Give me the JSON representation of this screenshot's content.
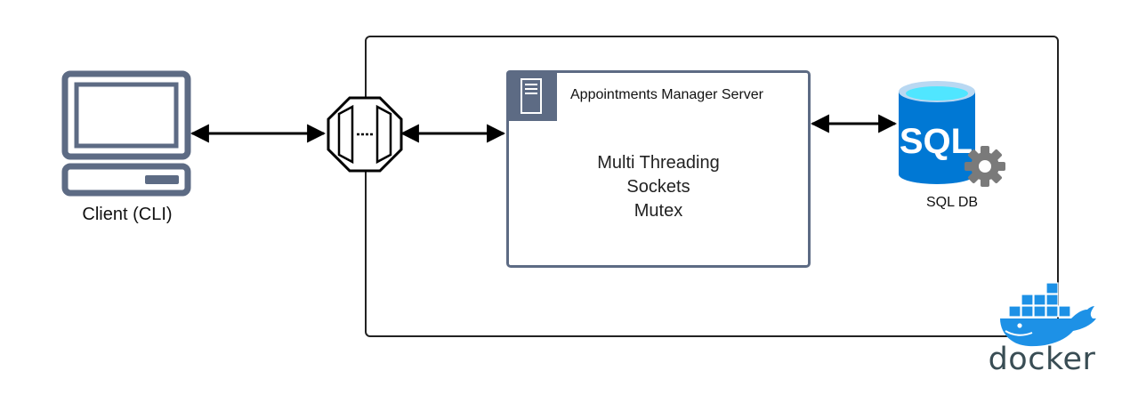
{
  "client": {
    "label": "Client (CLI)"
  },
  "server": {
    "title": "Appointments Manager Server",
    "features": [
      "Multi Threading",
      "Sockets",
      "Mutex"
    ]
  },
  "database": {
    "icon_text": "SQL",
    "label": "SQL DB"
  },
  "docker": {
    "wordmark": "docker"
  },
  "icons": {
    "client": "computer-icon",
    "gateway": "gateway-icon",
    "server": "server-icon",
    "database": "sql-database-icon",
    "settings": "gear-icon",
    "docker": "docker-whale-icon"
  },
  "colors": {
    "slate": "#5d6b84",
    "sql_blue": "#0078d4",
    "sql_cyan": "#50e6ff",
    "gear_gray": "#7a7a7a",
    "docker_blue": "#1d91e6",
    "docker_text": "#394d54"
  }
}
